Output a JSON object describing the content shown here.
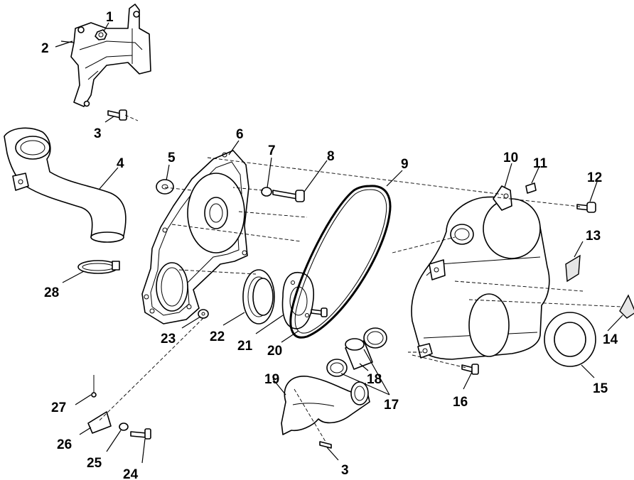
{
  "callouts": [
    {
      "id": "1",
      "label": "1"
    },
    {
      "id": "2",
      "label": "2"
    },
    {
      "id": "3a",
      "label": "3"
    },
    {
      "id": "4",
      "label": "4"
    },
    {
      "id": "5",
      "label": "5"
    },
    {
      "id": "6",
      "label": "6"
    },
    {
      "id": "7",
      "label": "7"
    },
    {
      "id": "8",
      "label": "8"
    },
    {
      "id": "9",
      "label": "9"
    },
    {
      "id": "10",
      "label": "10"
    },
    {
      "id": "11",
      "label": "11"
    },
    {
      "id": "12",
      "label": "12"
    },
    {
      "id": "13",
      "label": "13"
    },
    {
      "id": "14",
      "label": "14"
    },
    {
      "id": "15",
      "label": "15"
    },
    {
      "id": "16",
      "label": "16"
    },
    {
      "id": "17",
      "label": "17"
    },
    {
      "id": "18",
      "label": "18"
    },
    {
      "id": "19",
      "label": "19"
    },
    {
      "id": "20",
      "label": "20"
    },
    {
      "id": "21",
      "label": "21"
    },
    {
      "id": "22",
      "label": "22"
    },
    {
      "id": "23",
      "label": "23"
    },
    {
      "id": "24",
      "label": "24"
    },
    {
      "id": "25",
      "label": "25"
    },
    {
      "id": "26",
      "label": "26"
    },
    {
      "id": "27",
      "label": "27"
    },
    {
      "id": "28",
      "label": "28"
    },
    {
      "id": "3b",
      "label": "3"
    }
  ]
}
